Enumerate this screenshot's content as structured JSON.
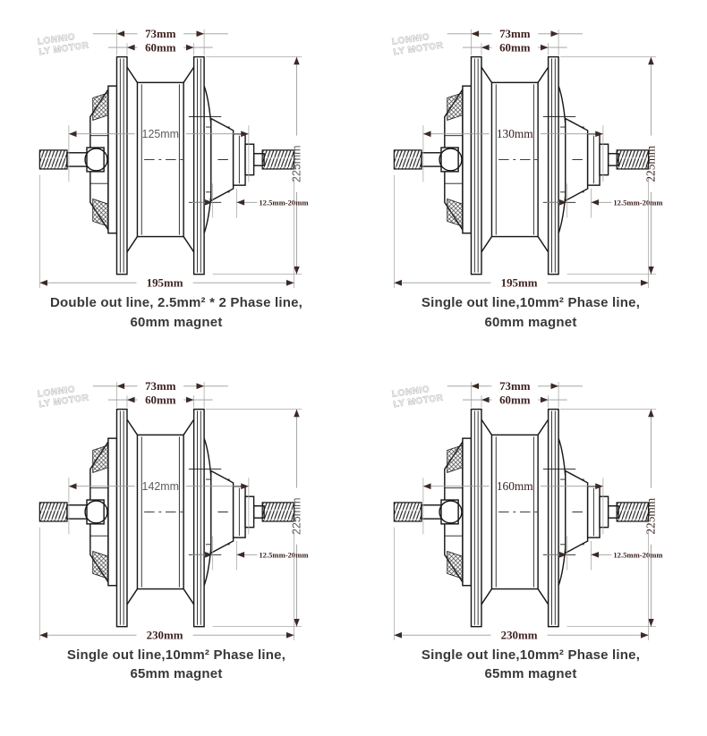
{
  "page": {
    "background": "#ffffff"
  },
  "brand": {
    "line1": "LONNIO",
    "line2": "LY MOTOR"
  },
  "colors": {
    "drawing_line": "#181818",
    "dimension_line": "#9a9a9a",
    "dimension_text": "#3f2121",
    "dimension_text_alt": "#615c5c",
    "caption_text": "#383838"
  },
  "panels": [
    {
      "id": "top-left",
      "label_style": "sans",
      "dims": {
        "flange_outer": "73mm",
        "flange_inner": "60mm",
        "body_width": "125mm",
        "overall_height": "225mm",
        "axle_step": "12.5mm-20mm",
        "overall_width": "195mm"
      },
      "caption": {
        "line1": "Double out line, 2.5mm² * 2 Phase line,",
        "line2": "60mm magnet"
      }
    },
    {
      "id": "top-right",
      "label_style": "serif",
      "dims": {
        "flange_outer": "73mm",
        "flange_inner": "60mm",
        "body_width": "130mm",
        "overall_height": "225mm",
        "axle_step": "12.5mm-20mm",
        "overall_width": "195mm"
      },
      "caption": {
        "line1": "Single out line,10mm² Phase line,",
        "line2": "60mm magnet"
      }
    },
    {
      "id": "bottom-left",
      "label_style": "sans",
      "dims": {
        "flange_outer": "73mm",
        "flange_inner": "60mm",
        "body_width": "142mm",
        "overall_height": "225mm",
        "axle_step": "12.5mm-20mm",
        "overall_width": "230mm"
      },
      "caption": {
        "line1": "Single out line,10mm² Phase line,",
        "line2": "65mm magnet"
      }
    },
    {
      "id": "bottom-right",
      "label_style": "serif",
      "dims": {
        "flange_outer": "73mm",
        "flange_inner": "60mm",
        "body_width": "160mm",
        "overall_height": "225mm",
        "axle_step": "12.5mm-20mm",
        "overall_width": "230mm"
      },
      "caption": {
        "line1": "Single out line,10mm² Phase line,",
        "line2": "65mm magnet"
      }
    }
  ]
}
